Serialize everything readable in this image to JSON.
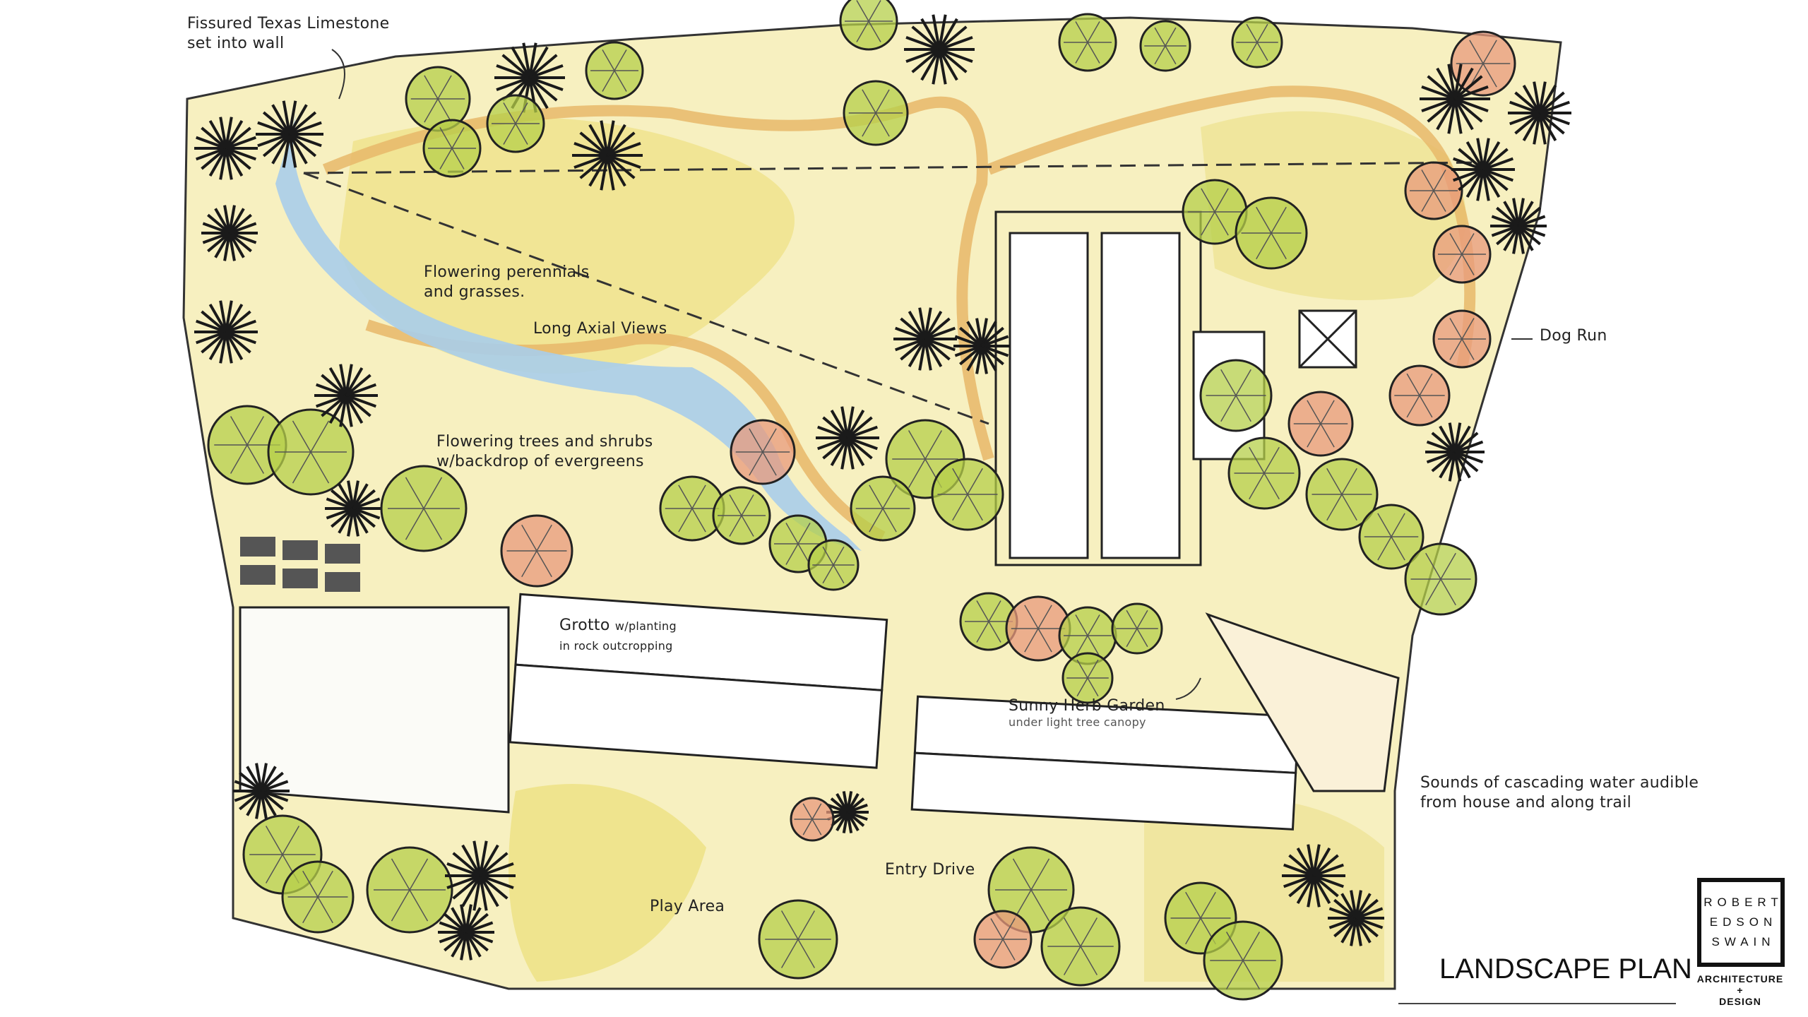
{
  "drawing": {
    "title": "LANDSCAPE PLAN",
    "annotations": {
      "limestone": [
        "Fissured Texas Limestone",
        "set into wall"
      ],
      "perennials": [
        "Flowering perennials",
        "and grasses."
      ],
      "axial": "Long Axial Views",
      "flowering_trees": [
        "Flowering trees and shrubs",
        "w/backdrop of evergreens"
      ],
      "grotto": [
        "Grotto",
        "w/planting",
        "in rock outcropping"
      ],
      "herb_garden": [
        "Sunny Herb Garden",
        "under light tree canopy"
      ],
      "dog_run": "Dog Run",
      "water": [
        "Sounds of cascading water audible",
        "from house and along trail"
      ],
      "entry_drive": "Entry Drive",
      "play_area": "Play Area"
    },
    "colors": {
      "lawn": "#f3eba0",
      "path": "#e8b86a",
      "water": "#a9cdea",
      "deciduous": "#b5cf4a",
      "flowering": "#e89a7c",
      "evergreen": "#1a1a1a"
    }
  },
  "logo": {
    "lines": [
      "ROBERT",
      "EDSON",
      "SWAIN"
    ],
    "sub": [
      "ARCHITECTURE",
      "+",
      "DESIGN"
    ]
  }
}
